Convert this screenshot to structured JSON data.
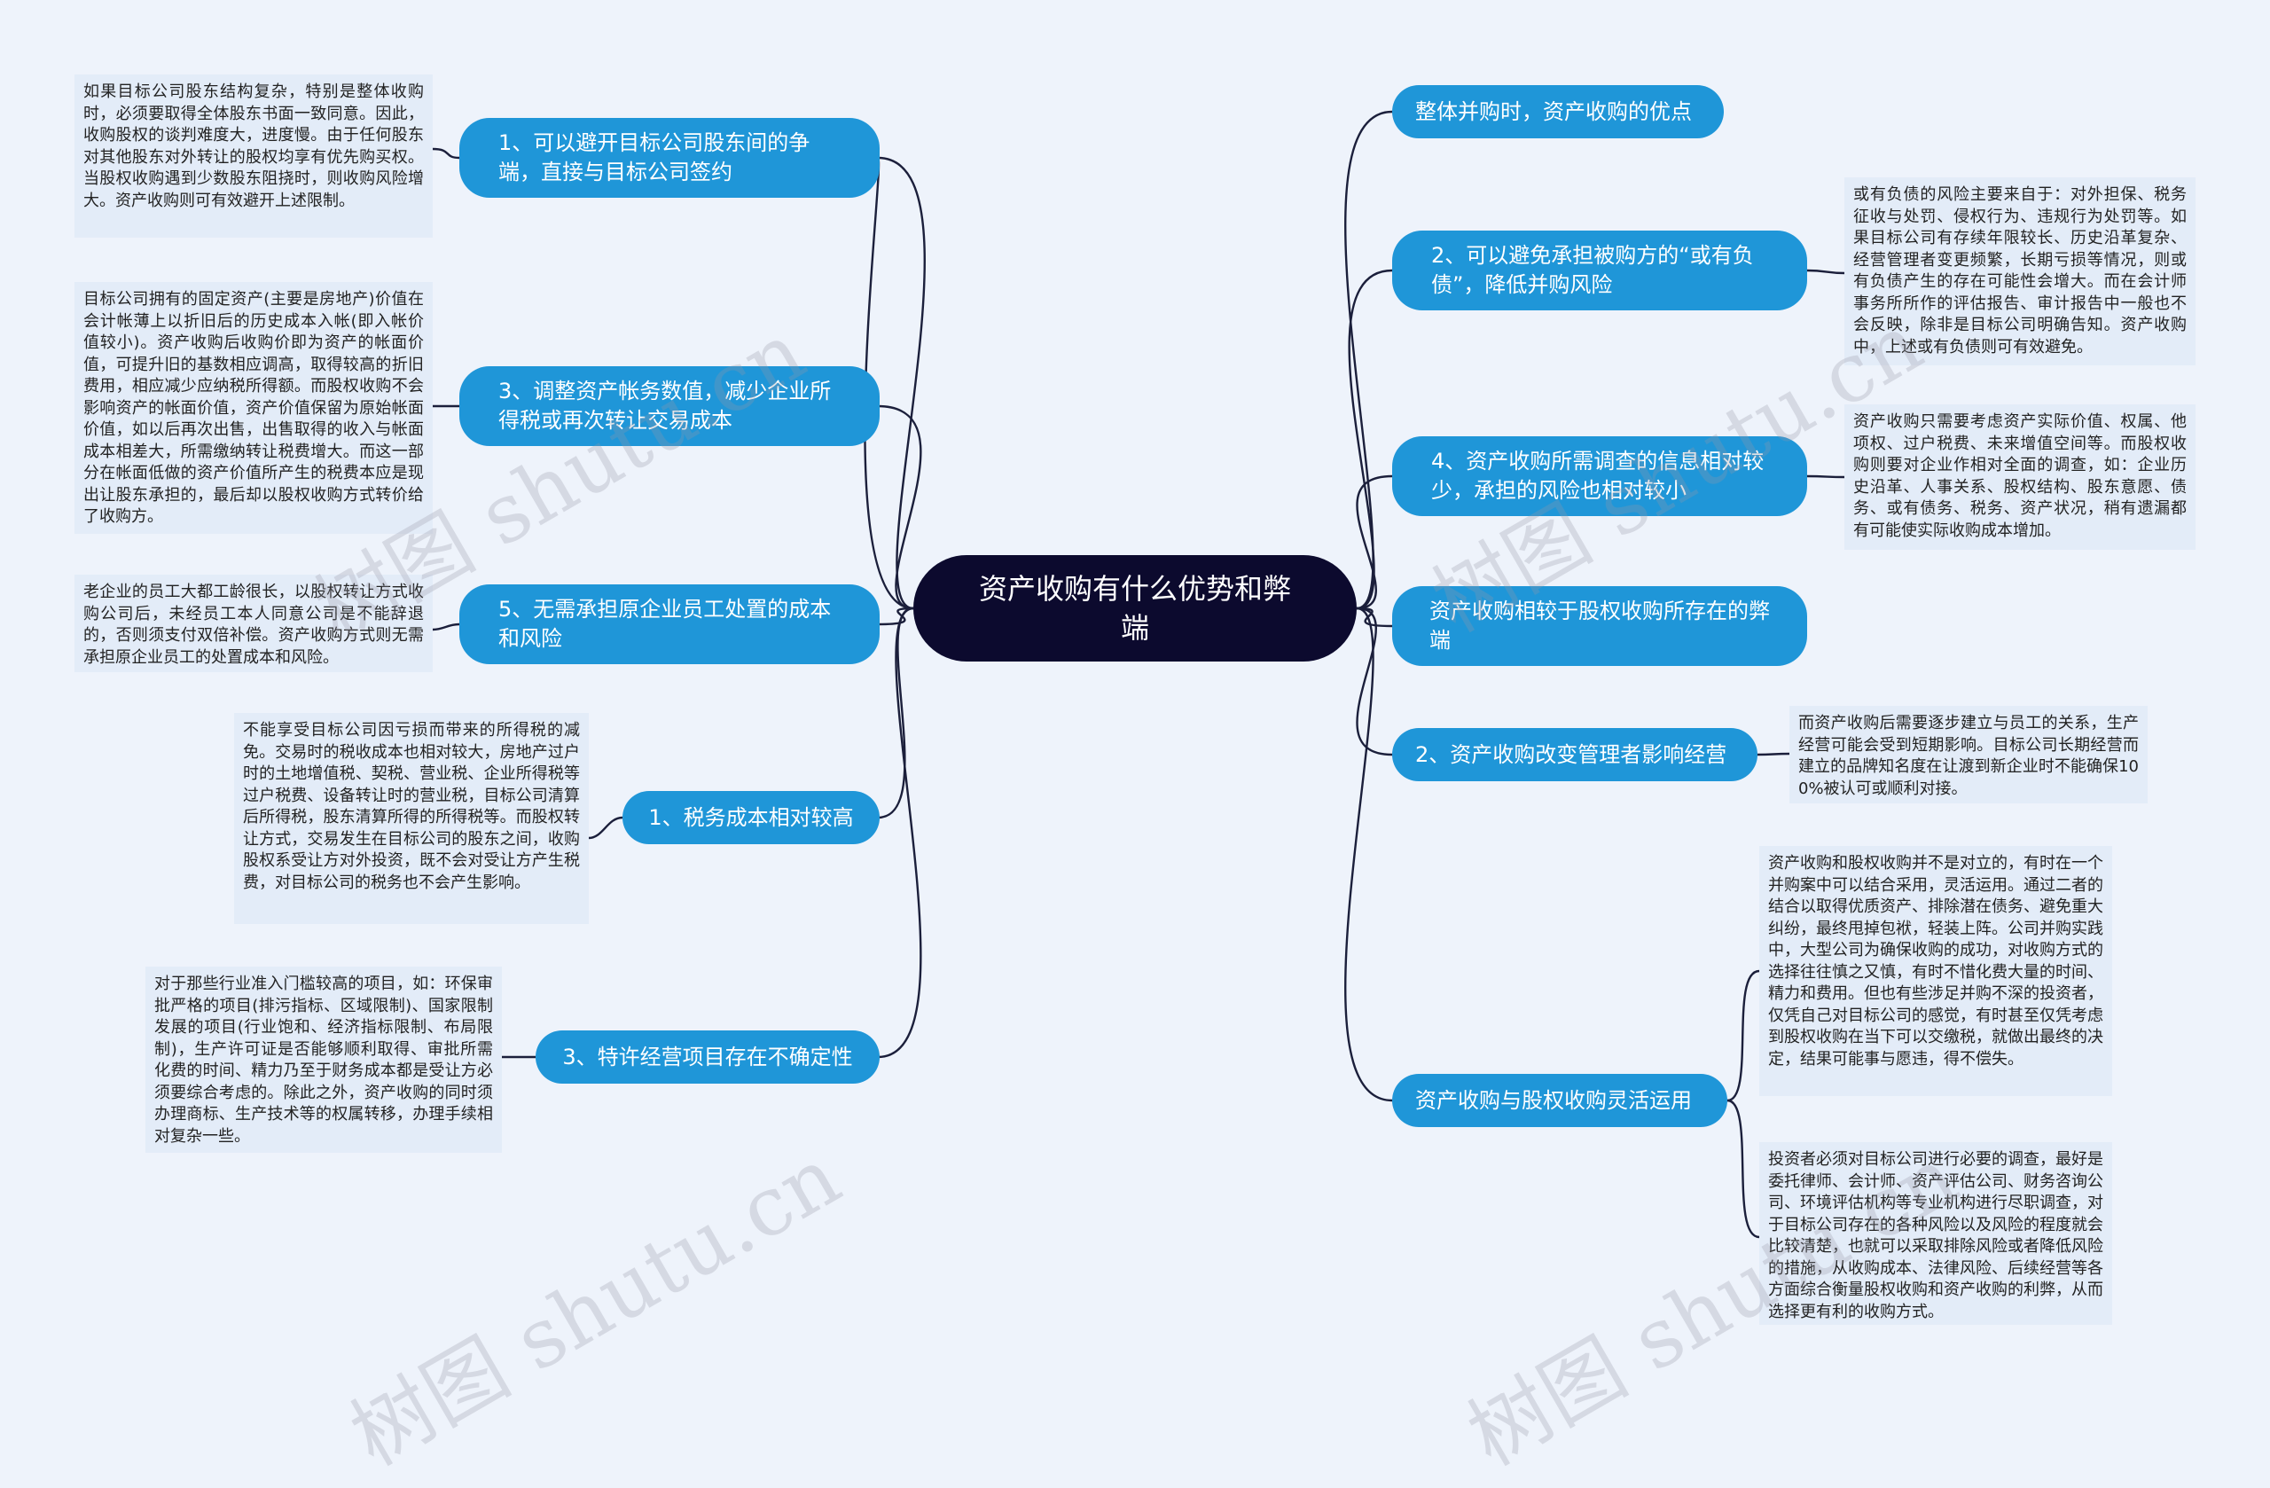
{
  "root": {
    "title": "资产收购有什么优势和弊端"
  },
  "left": [
    {
      "label": "1、可以避开目标公司股东间的争端，直接与目标公司签约",
      "note": "如果目标公司股东结构复杂，特别是整体收购时，必须要取得全体股东书面一致同意。因此，收购股权的谈判难度大，进度慢。由于任何股东对其他股东对外转让的股权均享有优先购买权。当股权收购遇到少数股东阻挠时，则收购风险增大。资产收购则可有效避开上述限制。"
    },
    {
      "label": "3、调整资产帐务数值，减少企业所得税或再次转让交易成本",
      "note": "目标公司拥有的固定资产(主要是房地产)价值在会计帐薄上以折旧后的历史成本入帐(即入帐价值较小)。资产收购后收购价即为资产的帐面价值，可提升旧的基数相应调高，取得较高的折旧费用，相应减少应纳税所得额。而股权收购不会影响资产的帐面价值，资产价值保留为原始帐面价值，如以后再次出售，出售取得的收入与帐面成本相差大，所需缴纳转让税费增大。而这一部分在帐面低做的资产价值所产生的税费本应是现出让股东承担的，最后却以股权收购方式转价给了收购方。"
    },
    {
      "label": "5、无需承担原企业员工处置的成本和风险",
      "note": "老企业的员工大都工龄很长，以股权转让方式收购公司后，未经员工本人同意公司是不能辞退的，否则须支付双倍补偿。资产收购方式则无需承担原企业员工的处置成本和风险。"
    },
    {
      "label": "1、税务成本相对较高",
      "note": "不能享受目标公司因亏损而带来的所得税的减免。交易时的税收成本也相对较大，房地产过户时的土地增值税、契税、营业税、企业所得税等过户税费、设备转让时的营业税，目标公司清算后所得税，股东清算所得的所得税等。而股权转让方式，交易发生在目标公司的股东之间，收购股权系受让方对外投资，既不会对受让方产生税费，对目标公司的税务也不会产生影响。"
    },
    {
      "label": "3、特许经营项目存在不确定性",
      "note": "对于那些行业准入门槛较高的项目，如：环保审批严格的项目(排污指标、区域限制)、国家限制发展的项目(行业饱和、经济指标限制、布局限制)，生产许可证是否能够顺利取得、审批所需化费的时间、精力乃至于财务成本都是受让方必须要综合考虑的。除此之外，资产收购的同时须办理商标、生产技术等的权属转移，办理手续相对复杂一些。"
    }
  ],
  "right": [
    {
      "label": "整体并购时，资产收购的优点"
    },
    {
      "label": "2、可以避免承担被购方的“或有负债”，降低并购风险",
      "note": "或有负债的风险主要来自于：对外担保、税务征收与处罚、侵权行为、违规行为处罚等。如果目标公司有存续年限较长、历史沿革复杂、经营管理者变更频繁，长期亏损等情况，则或有负债产生的存在可能性会增大。而在会计师事务所所作的评估报告、审计报告中一般也不会反映，除非是目标公司明确告知。资产收购中，上述或有负债则可有效避免。"
    },
    {
      "label": "4、资产收购所需调查的信息相对较少，承担的风险也相对较小",
      "note": "资产收购只需要考虑资产实际价值、权属、他项权、过户税费、未来增值空间等。而股权收购则要对企业作相对全面的调查，如：企业历史沿革、人事关系、股权结构、股东意愿、债务、或有债务、税务、资产状况，稍有遗漏都有可能使实际收购成本增加。"
    },
    {
      "label": "资产收购相较于股权收购所存在的弊端"
    },
    {
      "label": "2、资产收购改变管理者影响经营",
      "note": "而资产收购后需要逐步建立与员工的关系，生产经营可能会受到短期影响。目标公司长期经营而建立的品牌知名度在让渡到新企业时不能确保100%被认可或顺利对接。"
    },
    {
      "label": "资产收购与股权收购灵活运用",
      "notes": [
        "资产收购和股权收购并不是对立的，有时在一个并购案中可以结合采用，灵活运用。通过二者的结合以取得优质资产、排除潜在债务、避免重大纠纷，最终甩掉包袱，轻装上阵。公司并购实践中，大型公司为确保收购的成功，对收购方式的选择往往慎之又慎，有时不惜化费大量的时间、精力和费用。但也有些涉足并购不深的投资者，仅凭自己对目标公司的感觉，有时甚至仅凭考虑到股权收购在当下可以交缴税，就做出最终的决定，结果可能事与愿违，得不偿失。",
        "投资者必须对目标公司进行必要的调查，最好是委托律师、会计师、资产评估公司、财务咨询公司、环境评估机构等专业机构进行尽职调查，对于目标公司存在的各种风险以及风险的程度就会比较清楚，也就可以采取排除风险或者降低风险的措施，从收购成本、法律风险、后续经营等各方面综合衡量股权收购和资产收购的利弊，从而选择更有利的收购方式。"
      ]
    }
  ],
  "watermark": "树图 shutu.cn"
}
